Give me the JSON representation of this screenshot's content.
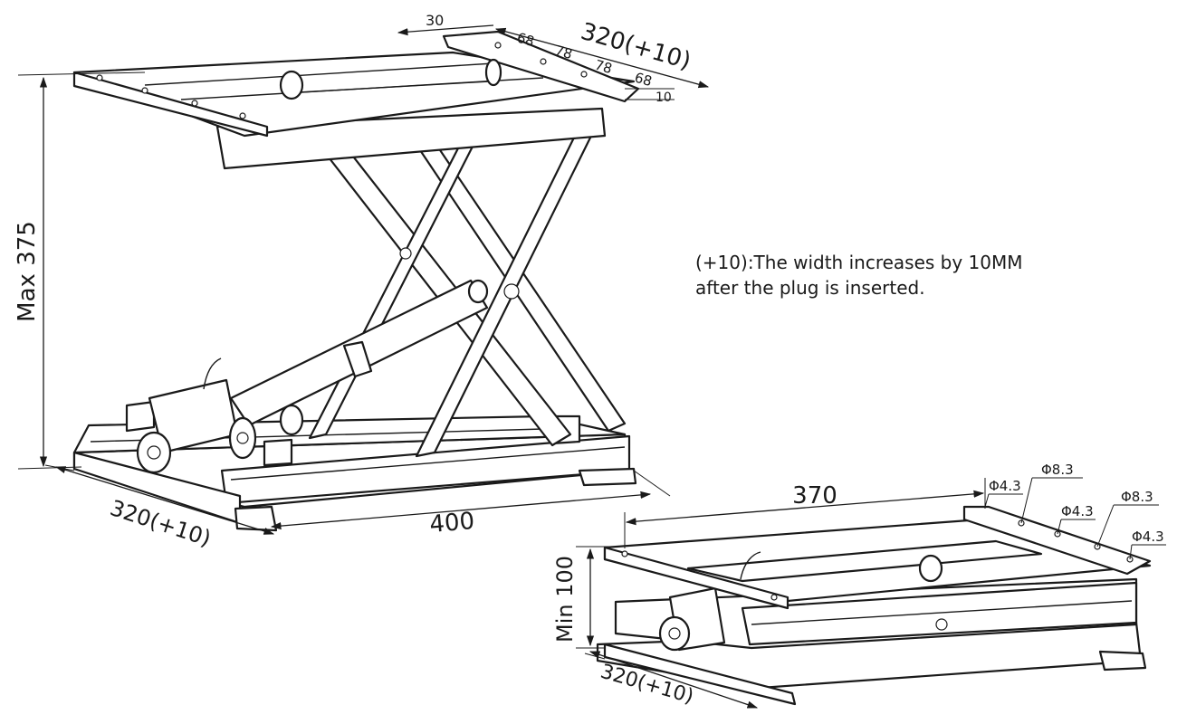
{
  "note": {
    "line1": "(+10):The width increases by 10MM",
    "line2": "after the plug is inserted."
  },
  "raised_view": {
    "height_label": "Max 375",
    "width_front_label": "320(+10)",
    "length_label": "400",
    "top_width_label": "320(+10)",
    "top_offset_label": "30",
    "hole_spacing": [
      "68",
      "78",
      "78",
      "68"
    ],
    "rail_thickness_label": "10"
  },
  "lowered_view": {
    "height_label": "Min 100",
    "width_label": "320(+10)",
    "hole_distance_label": "370",
    "holes": [
      "Φ4.3",
      "Φ8.3",
      "Φ4.3",
      "Φ8.3",
      "Φ4.3"
    ]
  }
}
